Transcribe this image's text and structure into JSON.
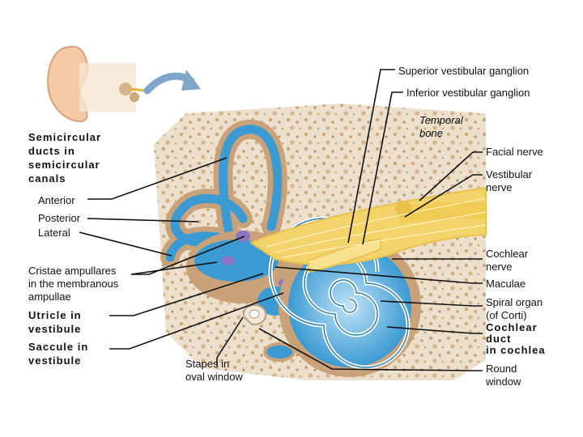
{
  "labels": {
    "superior_vestibular_ganglion": "Superior vestibular ganglion",
    "inferior_vestibular_ganglion": "Inferior vestibular ganglion",
    "temporal_bone": [
      "Temporal",
      "bone"
    ],
    "facial_nerve": "Facial nerve",
    "vestibular_nerve": [
      "Vestibular",
      "nerve"
    ],
    "semicircular_ducts": [
      "Semicircular",
      "ducts in",
      "semicircular",
      "canals"
    ],
    "anterior": "Anterior",
    "posterior": "Posterior",
    "lateral": "Lateral",
    "cochlear_nerve": [
      "Cochlear",
      "nerve"
    ],
    "maculae": "Maculae",
    "cristae_ampullares": [
      "Cristae ampullares",
      "in the membranous",
      "ampullae"
    ],
    "utricle": [
      "Utricle in",
      "vestibule"
    ],
    "saccule": [
      "Saccule in",
      "vestibule"
    ],
    "spiral_organ": [
      "Spiral organ",
      "(of Corti)"
    ],
    "cochlear_duct": [
      "Cochlear",
      "duct",
      "in cochlea"
    ],
    "stapes": [
      "Stapes in",
      "oval window"
    ],
    "round_window": [
      "Round",
      "window"
    ]
  },
  "colors": {
    "bone": "#ece0cc",
    "bone_pore": "#c9a97e",
    "membranous_blue": "#3b9ad2",
    "labyrinth_tan": "#caa27a",
    "nerve_yellow": "#f3d46a",
    "crista_purple": "#8c74c4",
    "arrow_blue": "#7fa6c8"
  }
}
